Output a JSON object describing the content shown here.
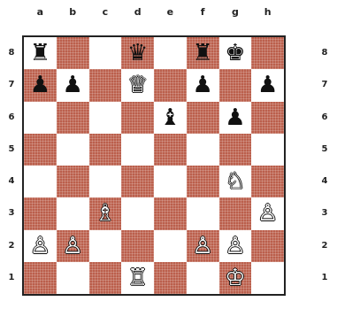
{
  "board": {
    "files": [
      "a",
      "b",
      "c",
      "d",
      "e",
      "f",
      "g",
      "h"
    ],
    "ranks": [
      "8",
      "7",
      "6",
      "5",
      "4",
      "3",
      "2",
      "1"
    ],
    "colors": {
      "light": "#ffffff",
      "dark": "#bb5f4c"
    },
    "pieces": [
      {
        "square": "a8",
        "color": "black",
        "type": "rook",
        "glyph": "♜"
      },
      {
        "square": "d8",
        "color": "black",
        "type": "queen",
        "glyph": "♛"
      },
      {
        "square": "f8",
        "color": "black",
        "type": "rook",
        "glyph": "♜"
      },
      {
        "square": "g8",
        "color": "black",
        "type": "king",
        "glyph": "♚"
      },
      {
        "square": "a7",
        "color": "black",
        "type": "pawn",
        "glyph": "♟"
      },
      {
        "square": "b7",
        "color": "black",
        "type": "pawn",
        "glyph": "♟"
      },
      {
        "square": "d7",
        "color": "white",
        "type": "queen",
        "glyph": "♕"
      },
      {
        "square": "f7",
        "color": "black",
        "type": "pawn",
        "glyph": "♟"
      },
      {
        "square": "h7",
        "color": "black",
        "type": "pawn",
        "glyph": "♟"
      },
      {
        "square": "e6",
        "color": "black",
        "type": "bishop",
        "glyph": "♝"
      },
      {
        "square": "g6",
        "color": "black",
        "type": "pawn",
        "glyph": "♟"
      },
      {
        "square": "g4",
        "color": "white",
        "type": "knight",
        "glyph": "♘"
      },
      {
        "square": "c3",
        "color": "white",
        "type": "bishop",
        "glyph": "♗"
      },
      {
        "square": "h3",
        "color": "white",
        "type": "pawn",
        "glyph": "♙"
      },
      {
        "square": "a2",
        "color": "white",
        "type": "pawn",
        "glyph": "♙"
      },
      {
        "square": "b2",
        "color": "white",
        "type": "pawn",
        "glyph": "♙"
      },
      {
        "square": "f2",
        "color": "white",
        "type": "pawn",
        "glyph": "♙"
      },
      {
        "square": "g2",
        "color": "white",
        "type": "pawn",
        "glyph": "♙"
      },
      {
        "square": "d1",
        "color": "white",
        "type": "rook",
        "glyph": "♖"
      },
      {
        "square": "g1",
        "color": "white",
        "type": "king",
        "glyph": "♔"
      }
    ]
  }
}
